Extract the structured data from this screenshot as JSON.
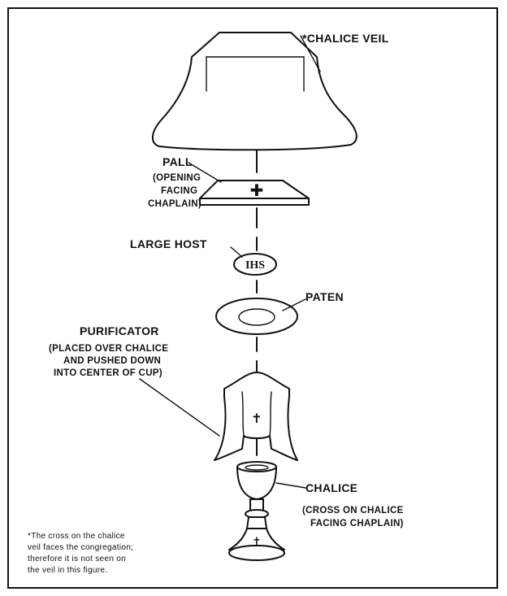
{
  "labels": {
    "chalice_veil": "*CHALICE VEIL",
    "pall": "PALL",
    "pall_note_1": "(OPENING",
    "pall_note_2": "FACING",
    "pall_note_3": "CHAPLAIN)",
    "large_host": "LARGE HOST",
    "host_mark": "IHS",
    "paten": "PATEN",
    "purificator": "PURIFICATOR",
    "purificator_note_1": "(PLACED OVER CHALICE",
    "purificator_note_2": "AND PUSHED DOWN",
    "purificator_note_3": "INTO CENTER OF CUP)",
    "chalice": "CHALICE",
    "chalice_note_1": "(CROSS ON CHALICE",
    "chalice_note_2": "FACING CHAPLAIN)"
  },
  "footnote": {
    "line_1": "*The cross on the chalice",
    "line_2": "veil faces the congregation;",
    "line_3": "therefore it is not seen on",
    "line_4": "the veil in this figure."
  },
  "colors": {
    "ink": "#111111",
    "paper": "#ffffff"
  }
}
